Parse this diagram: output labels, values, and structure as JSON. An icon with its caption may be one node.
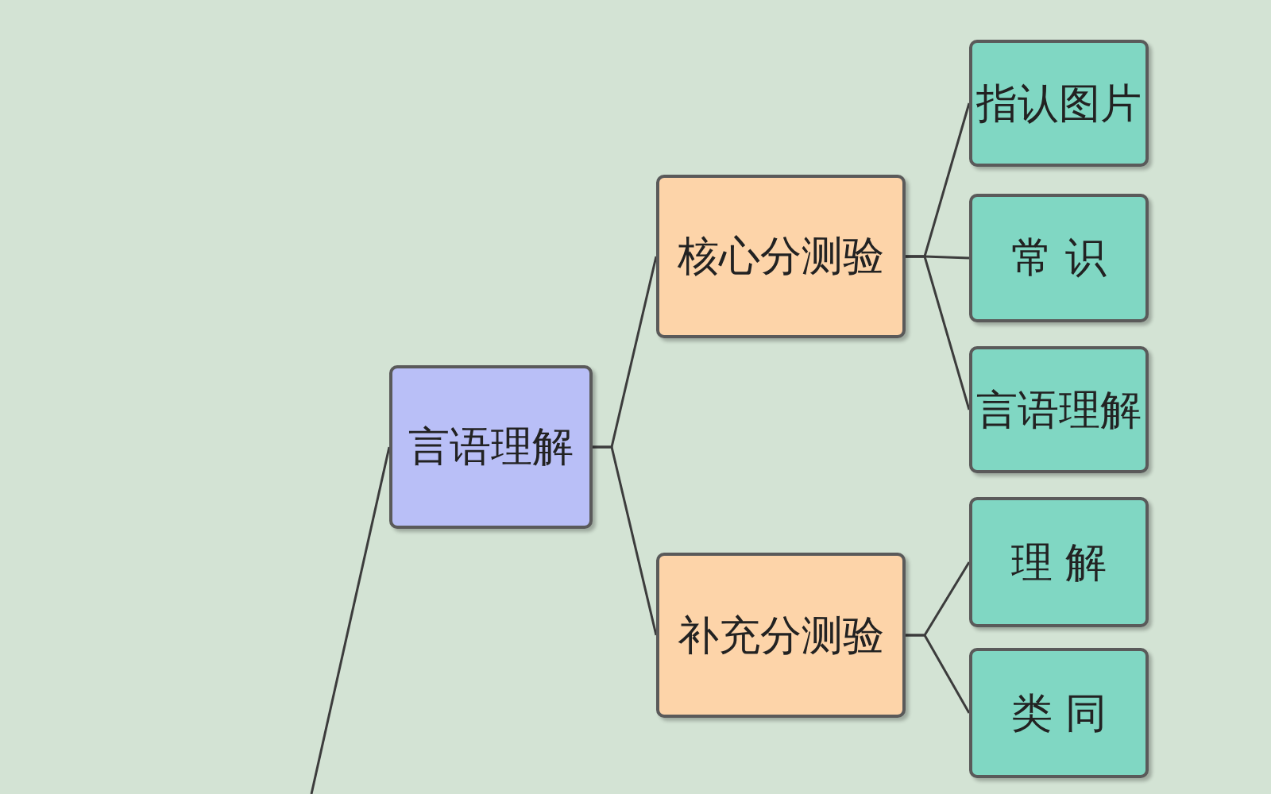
{
  "diagram": {
    "nodes": [
      {
        "text": [
          "言语理解"
        ]
      },
      {
        "text": [
          "核心分测验"
        ]
      },
      {
        "text": [
          "补充分测验"
        ]
      },
      {
        "text": [
          "指认图片"
        ]
      },
      {
        "text": [
          "常 识"
        ]
      },
      {
        "text": [
          "言语理解"
        ]
      },
      {
        "text": [
          "理 解"
        ]
      },
      {
        "text": [
          "类 同"
        ]
      }
    ],
    "edges": [
      {
        "from": null,
        "to": 0,
        "arrow": "none"
      },
      {
        "from": 0,
        "to": 1,
        "arrow": "none"
      },
      {
        "from": 0,
        "to": 2,
        "arrow": "none"
      },
      {
        "from": 1,
        "to": 3,
        "arrow": "none"
      },
      {
        "from": 1,
        "to": 4,
        "arrow": "none"
      },
      {
        "from": 1,
        "to": 5,
        "arrow": "none"
      },
      {
        "from": 2,
        "to": 6,
        "arrow": "none"
      },
      {
        "from": 2,
        "to": 7,
        "arrow": "none"
      }
    ]
  }
}
